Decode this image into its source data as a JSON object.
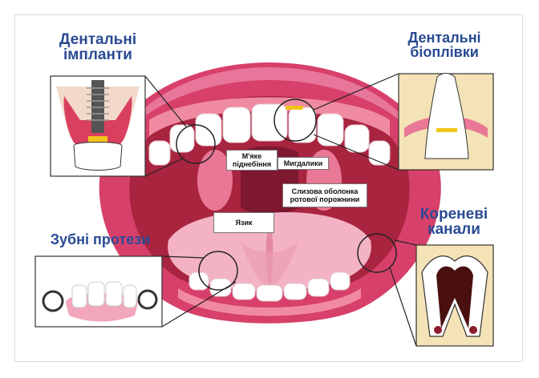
{
  "titles": {
    "implants": "Дентальні\nімпланти",
    "biofilms": "Дентальні\nбіоплівки",
    "dentures": "Зубні протези",
    "root_canals": "Кореневі\nканали"
  },
  "labels": {
    "soft_palate": "М'яке\nпіднебіння",
    "tonsils": "Мигдалики",
    "mucosa": "Слизова оболонка\nротової порожнини",
    "tongue": "Язик"
  },
  "colors": {
    "title_blue": "#2a4a93",
    "lips": "#d7406a",
    "lips_dark": "#b92d55",
    "mouth_inner": "#a8243f",
    "tongue": "#f3b3c4",
    "gum": "#f08aa2",
    "tooth": "#ffffff",
    "bone": "#f4e3b6",
    "crown_gold": "#f0c419",
    "implant_metal": "#555555"
  },
  "icons": [
    "implant-icon",
    "plaque-tooth-icon",
    "denture-icon",
    "root-canal-tooth-icon"
  ]
}
